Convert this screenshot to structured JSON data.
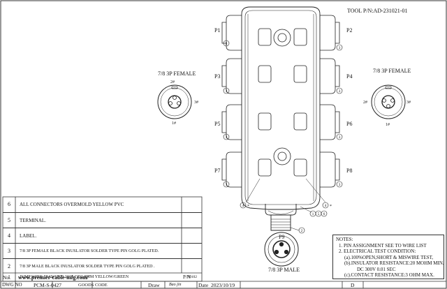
{
  "header": {
    "tool_pn": "TOOL P/N:AD-231021-01"
  },
  "ports": [
    "P1",
    "P2",
    "P3",
    "P4",
    "P5",
    "P6",
    "P7",
    "P8"
  ],
  "main_port": "P9",
  "connector_views": {
    "female_title": "7/8 3P FEMALE",
    "female_right_title": "7/8 3P FEMALE",
    "male_title": "7/8 3P MALE",
    "female_pins": {
      "top": "2#",
      "right": "3#",
      "bottom": "1#"
    },
    "female_right_pins": {
      "left": "2#",
      "right": "3#",
      "bottom": "1#"
    }
  },
  "callouts": {
    "c3": "3",
    "c4": "4",
    "c4star": "4",
    "star": "*",
    "c1": "1",
    "c5": "5",
    "c6": "6",
    "c2": "2"
  },
  "bom": {
    "header_no": "No.",
    "header_pn": "P/N",
    "rows": [
      {
        "no": "6",
        "desc": "ALL CONNECTORS OVERMOLD YELLOW PVC",
        "code": ""
      },
      {
        "no": "5",
        "desc": "TERMINAL.",
        "code": ""
      },
      {
        "no": "4",
        "desc": "LABEL.",
        "code": ""
      },
      {
        "no": "3",
        "desc": "7/8 3P FEMALE BLACK INUSLATOR SOLDER TYPE PIN GOLG PLATED.",
        "code": ""
      },
      {
        "no": "2",
        "desc": "7/8 3P MALE BLACK INUSLATOR SOLDER TYPE PIN GOLG PLATED .",
        "code": ""
      },
      {
        "no": "1",
        "desc": "JUMP WIRE:18AWG UL1015 OD2.8MM YELLOW/GREEN",
        "code": "F0102"
      }
    ],
    "website": "www.premier-cable-mfg.com/"
  },
  "notes": {
    "lines": [
      "NOTES:",
      "1. PIN ASSIGNMENT SEE TO WIRE LIST",
      "2. ELECTRICAL TEST CONDITION:",
      "(a).100%OPEN,SHORT & MISWIRE TEST,",
      "(b).INSULATOR RESISTANCE:20 MOHM MIN.",
      "DC 300V 0.01 SEC",
      "(c).CONTACT RESISTANCE:3 OHM MAX."
    ]
  },
  "title_block": {
    "dwg_no_label": "DWG NO",
    "dwg_no": "PCM-S-0427",
    "goods_code_label": "GOODS CODE",
    "draw_label": "Draw",
    "drawer": "Bao jin",
    "date_label": "Date",
    "date": "2023/10/19",
    "sheet": "D"
  }
}
